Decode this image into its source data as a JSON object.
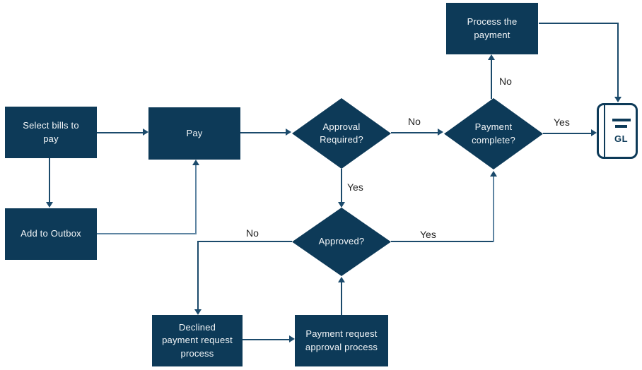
{
  "colors": {
    "node_fill": "#0d3a58",
    "node_text": "#f4f7f9",
    "line": "#1b4a6b",
    "line_light": "#5f85a2",
    "label_text": "#1f1f1f",
    "background": "#ffffff"
  },
  "nodes": {
    "select_bills": {
      "type": "process",
      "label": "Select bills to\npay"
    },
    "pay": {
      "type": "process",
      "label": "Pay"
    },
    "add_to_outbox": {
      "type": "process",
      "label": "Add to Outbox"
    },
    "process_payment": {
      "type": "process",
      "label": "Process the\npayment"
    },
    "approval_required": {
      "type": "decision",
      "label": "Approval\nRequired?"
    },
    "payment_complete": {
      "type": "decision",
      "label": "Payment\ncomplete?"
    },
    "approved": {
      "type": "decision",
      "label": "Approved?"
    },
    "declined_process": {
      "type": "process",
      "label": "Declined\npayment request\nprocess"
    },
    "approval_process": {
      "type": "process",
      "label": "Payment request\napproval process"
    },
    "gl": {
      "type": "document-icon",
      "label": "GL"
    }
  },
  "edge_labels": {
    "approval_required_no": "No",
    "approval_required_yes": "Yes",
    "payment_complete_no": "No",
    "payment_complete_yes": "Yes",
    "approved_no": "No",
    "approved_yes": "Yes"
  }
}
